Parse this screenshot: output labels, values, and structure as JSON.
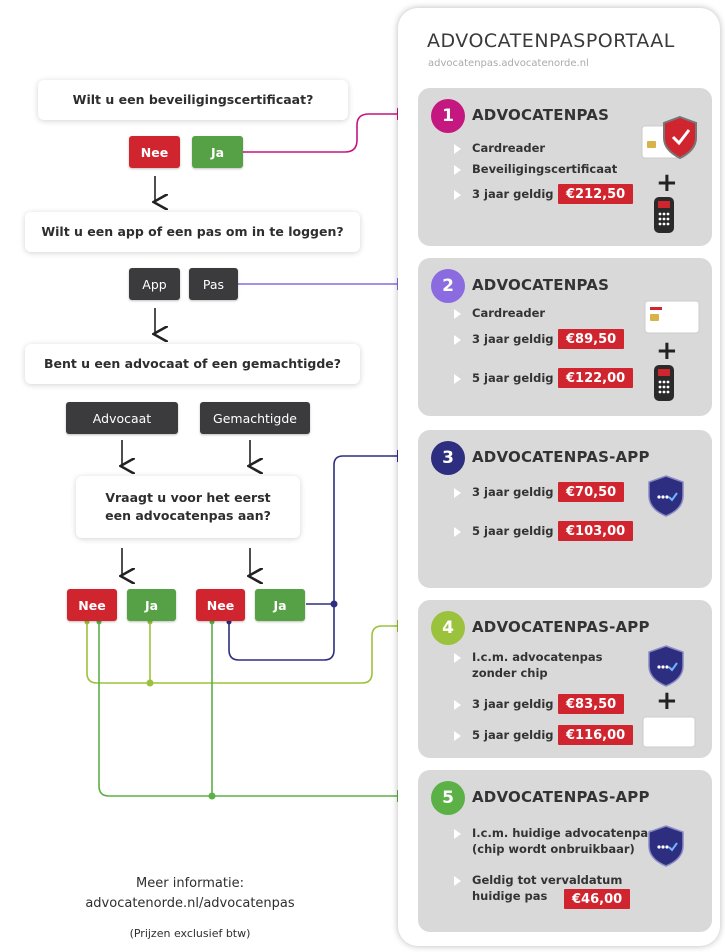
{
  "flow": {
    "q1": "Wilt u een beveiligingscertificaat?",
    "q1_no": "Nee",
    "q1_yes": "Ja",
    "q2": "Wilt u een app of een pas om in te loggen?",
    "q2_app": "App",
    "q2_pas": "Pas",
    "q3": "Bent u een advocaat of een gemachtigde?",
    "q3_advocaat": "Advocaat",
    "q3_gemachtigde": "Gemachtigde",
    "q4_line1": "Vraagt u voor het eerst",
    "q4_line2": "een advocatenpas aan?",
    "a_nee": "Nee",
    "a_ja": "Ja",
    "g_nee": "Nee",
    "g_ja": "Ja"
  },
  "footer": {
    "more_info": "Meer informatie:",
    "link": "advocatenorde.nl/advocatenpas",
    "note": "(Prijzen exclusief btw)"
  },
  "portal": {
    "title": "ADVOCATENPASPORTAAL",
    "url": "advocatenpas.advocatenorde.nl"
  },
  "cards": [
    {
      "num": "1",
      "color": "#c4177f",
      "title": "ADVOCATENPAS",
      "rows": [
        "Cardreader",
        "Beveiligingscertificaat",
        "3 jaar geldig"
      ],
      "price": "€212,50"
    },
    {
      "num": "2",
      "color": "#8a6be0",
      "title": "ADVOCATENPAS",
      "rows": [
        "Cardreader",
        "3 jaar geldig",
        "5 jaar geldig"
      ],
      "prices": [
        "€89,50",
        "€122,00"
      ]
    },
    {
      "num": "3",
      "color": "#2d2e7f",
      "title": "ADVOCATENPAS-APP",
      "rows": [
        "3 jaar geldig",
        "5 jaar geldig"
      ],
      "prices": [
        "€70,50",
        "€103,00"
      ]
    },
    {
      "num": "4",
      "color": "#9bc23c",
      "title": "ADVOCATENPAS-APP",
      "rows": [
        "I.c.m. advocatenpas",
        "zonder chip",
        "3 jaar geldig",
        "5 jaar geldig"
      ],
      "prices": [
        "€83,50",
        "€116,00"
      ]
    },
    {
      "num": "5",
      "color": "#5bb046",
      "title": "ADVOCATENPAS-APP",
      "rows": [
        "I.c.m. huidige advocatenpas",
        "(chip wordt onbruikbaar)",
        "Geldig tot vervaldatum",
        "huidige pas"
      ],
      "price": "€46,00"
    }
  ],
  "colors": {
    "red": "#d0252e",
    "green": "#56a046",
    "dark": "#3b3b3e",
    "line_magenta": "#c4177f",
    "line_purple": "#8a6be0",
    "line_navy": "#2d2e7f",
    "line_lime": "#9bc23c",
    "line_green": "#5bb046"
  },
  "icons": [
    "shield-check-icon",
    "card-icon",
    "card-reader-icon",
    "app-shield-icon",
    "plus-icon",
    "arrow-down-icon"
  ]
}
